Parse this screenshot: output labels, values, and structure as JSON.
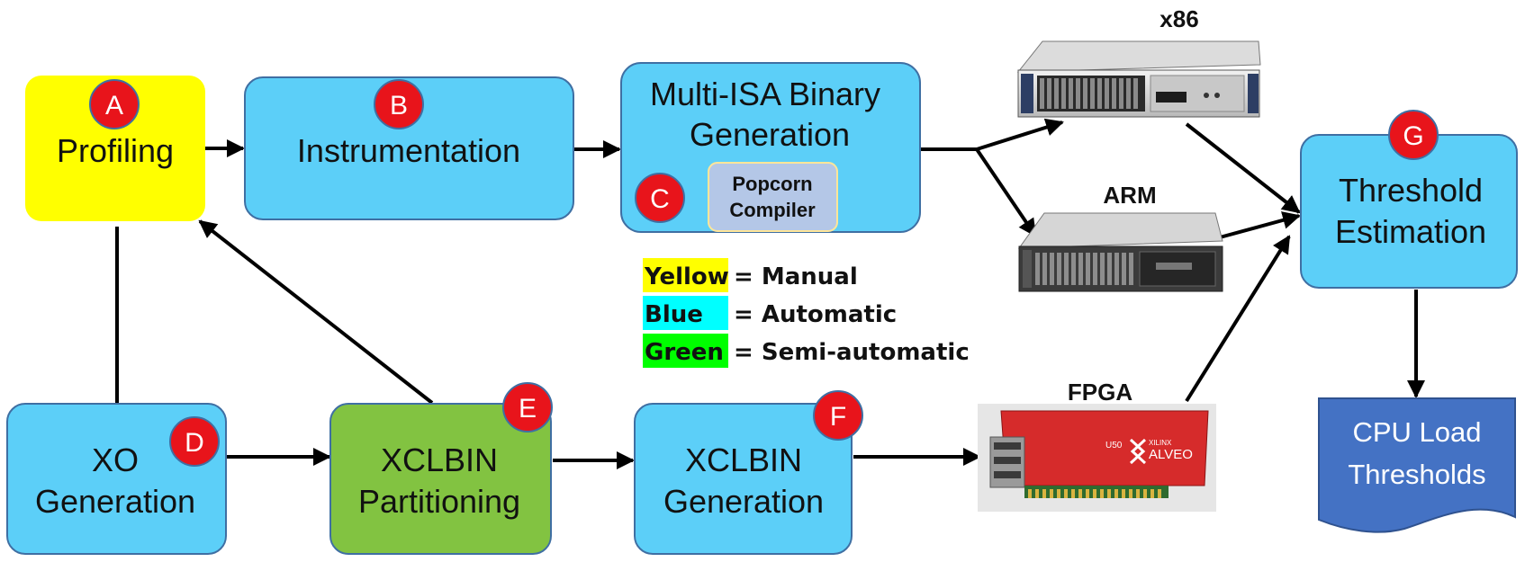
{
  "nodes": {
    "profiling": {
      "label": "Profiling",
      "badge": "A",
      "color": "#ffff00"
    },
    "instrumentation": {
      "label": "Instrumentation",
      "badge": "B",
      "color": "#5ccff8"
    },
    "multi_isa": {
      "line1": "Multi-ISA Binary",
      "line2": "Generation",
      "badge": "C",
      "color": "#5ccff8"
    },
    "popcorn": {
      "line1": "Popcorn",
      "line2": "Compiler",
      "color": "#b4c7e7"
    },
    "xo_generation": {
      "line1": "XO",
      "line2": "Generation",
      "badge": "D",
      "color": "#5ccff8"
    },
    "xclbin_partitioning": {
      "line1": "XCLBIN",
      "line2": "Partitioning",
      "badge": "E",
      "color": "#82c341"
    },
    "xclbin_generation": {
      "line1": "XCLBIN",
      "line2": "Generation",
      "badge": "F",
      "color": "#5ccff8"
    },
    "threshold_estimation": {
      "line1": "Threshold",
      "line2": "Estimation",
      "badge": "G",
      "color": "#5ccff8"
    },
    "cpu_load": {
      "line1": "CPU Load",
      "line2": "Thresholds",
      "color": "#4472c4"
    }
  },
  "servers": {
    "x86": "x86",
    "arm": "ARM",
    "fpga": "FPGA",
    "fpga_brand_small": "XILINX",
    "fpga_brand": "ALVEO",
    "fpga_model": "U50"
  },
  "legend": [
    {
      "key": "Yellow",
      "value": "= Manual",
      "color": "#ffff00"
    },
    {
      "key": "Blue",
      "value": "= Automatic",
      "color": "#00ffff"
    },
    {
      "key": "Green",
      "value": "= Semi-automatic",
      "color": "#00ff00"
    }
  ],
  "colors": {
    "badge": "#e8141b",
    "border": "#3f6fa3",
    "arrow": "#000000"
  }
}
